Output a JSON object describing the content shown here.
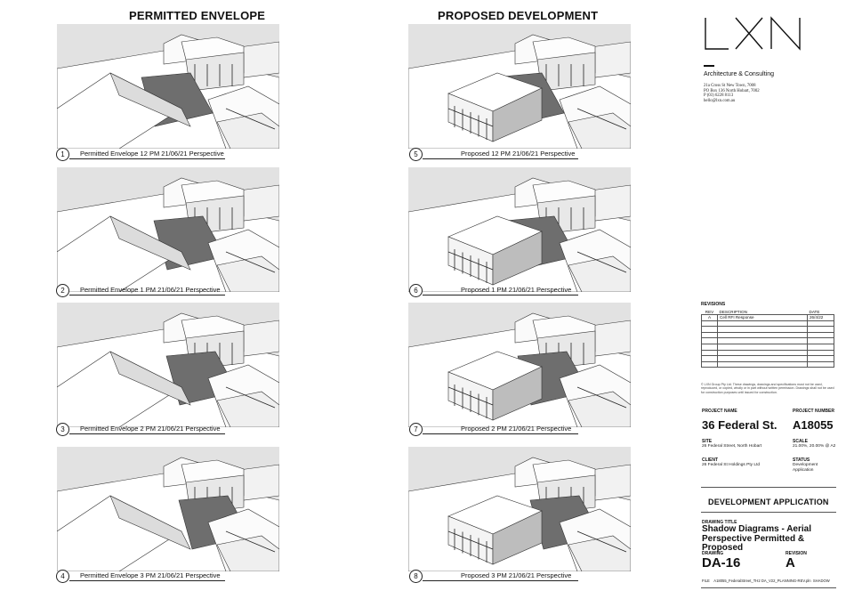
{
  "columns": {
    "left_heading": "PERMITTED ENVELOPE",
    "right_heading": "PROPOSED DEVELOPMENT"
  },
  "views": [
    {
      "number": "1",
      "caption": "Permitted Envelope 12 PM 21/06/21 Perspective"
    },
    {
      "number": "2",
      "caption": "Permitted Envelope 1 PM 21/06/21 Perspective"
    },
    {
      "number": "3",
      "caption": "Permitted Envelope 2 PM 21/06/21 Perspective"
    },
    {
      "number": "4",
      "caption": "Permitted Envelope 3 PM 21/06/21 Perspective"
    },
    {
      "number": "5",
      "caption": "Proposed 12 PM 21/06/21 Perspective"
    },
    {
      "number": "6",
      "caption": "Proposed 1 PM  21/06/21 Perspective"
    },
    {
      "number": "7",
      "caption": "Proposed 2 PM 21/06/21 Perspective"
    },
    {
      "number": "8",
      "caption": "Proposed 3 PM 21/06/21 Perspective"
    }
  ],
  "title_block": {
    "logo_text": "LXN",
    "firm_name": "Architecture & Consulting",
    "address": [
      "21a Cross St New Town, 7008",
      "PO Box 136 North Hobart, 7002",
      "P (03) 6228 8113",
      "hello@lxn.com.au"
    ],
    "revisions_title": "REVISIONS",
    "revision_headers": {
      "rev": "REV",
      "description": "DESCRIPTION",
      "date": "DATE"
    },
    "revisions": [
      {
        "rev": "A",
        "description": "Cell RFI Response",
        "date": "26/4/22"
      }
    ],
    "disclaimer": "© LXN Group Pty Ltd. These drawings, drawings and specifications must not be used, reproduced, or copied, wholly or in part without written permission. Drawings shall not be used for construction purposes until issued for construction.",
    "project_name_label": "PROJECT NAME",
    "project_name": "36 Federal St.",
    "project_number_label": "PROJECT NUMBER",
    "project_number": "A18055",
    "site_label": "SITE",
    "site": "26 Federal Street, North Hobart",
    "scale_label": "SCALE",
    "scale": "21.00%, 20.00% @ A2",
    "client_label": "CLIENT",
    "client": "26 Federal St Holdings Pty Ltd",
    "status_label": "STATUS",
    "status": "Development Application",
    "stage": "DEVELOPMENT APPLICATION",
    "drawing_title_label": "DRAWING TITLE",
    "drawing_title": "Shadow Diagrams - Aerial Perspective Permitted & Proposed",
    "drawing_label": "DRAWING",
    "drawing_number": "DA-16",
    "revision_label": "REVISION",
    "revision": "A",
    "file_label": "FILE",
    "file_name": "A18055_FederalStreet_TH2 DA_V22_PLANNING-REV.pln",
    "file_tail": "SHADOW"
  }
}
